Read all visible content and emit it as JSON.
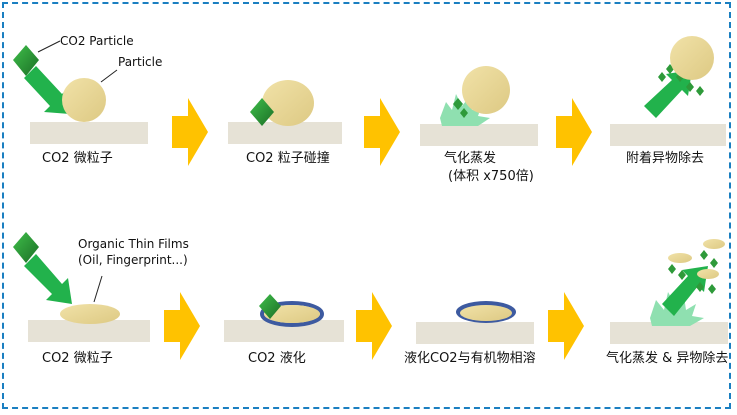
{
  "colors": {
    "border": "#1a7fc1",
    "substrate": "#e6e2d6",
    "particle": "#e8d595",
    "co2_crystal": "#2e9a3a",
    "co2_arrow": "#22b24c",
    "flow_arrow": "#ffc200",
    "gas_burst": "#8fe0b0",
    "liquid_ring": "#3d5aa0"
  },
  "top_row": {
    "label_co2": "CO2 Particle",
    "label_particle": "Particle",
    "captions": [
      "CO2 微粒子",
      "CO2 粒子碰撞",
      "气化蒸发",
      "附着异物除去"
    ],
    "caption_3_sub": "(体积 x750倍)"
  },
  "bottom_row": {
    "label_films_1": "Organic Thin Films",
    "label_films_2": "(Oil, Fingerprint...)",
    "captions": [
      "CO2 微粒子",
      "CO2 液化",
      "液化CO2与有机物相溶",
      "气化蒸发 & 异物除去"
    ]
  },
  "icons": [
    "co2-crystal-icon",
    "particle-ball",
    "flow-arrow-icon",
    "gas-burst-icon",
    "co2-arrow-icon"
  ]
}
